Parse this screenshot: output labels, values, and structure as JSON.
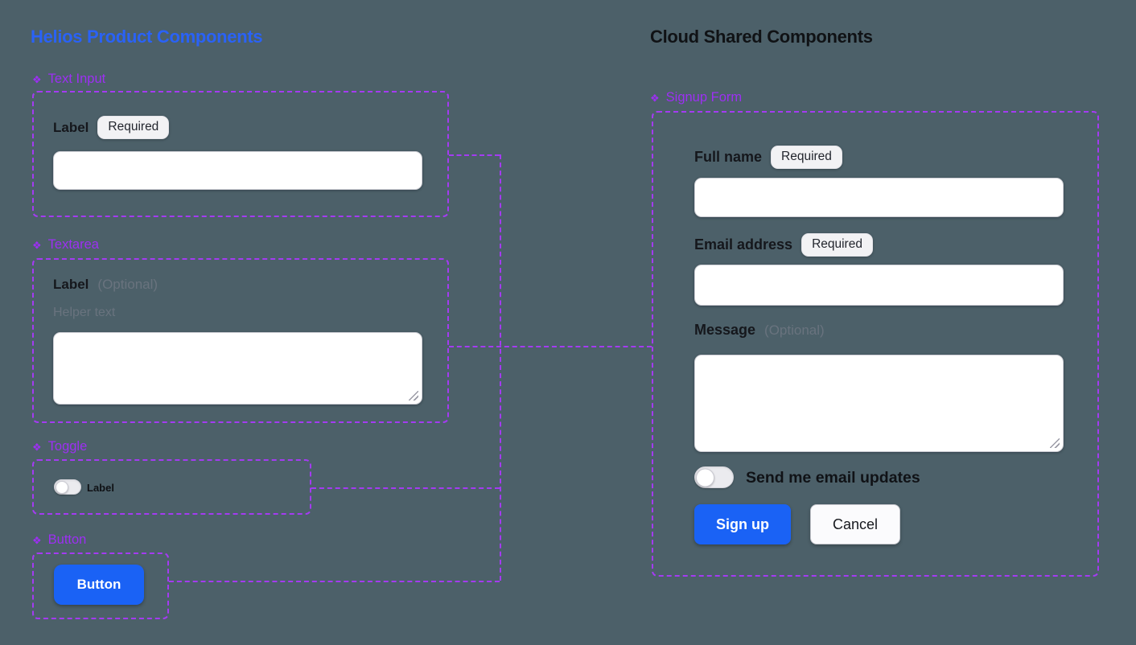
{
  "icons": {
    "component": "❖"
  },
  "colors": {
    "background": "#4C6069",
    "component_outline_purple": "#A43BF2",
    "component_label_purple": "#9D2FF3",
    "helios_title_blue": "#2A62F6",
    "primary_button_blue": "#1A62F5",
    "heading_black": "#101215",
    "badge_background": "#F2F2F4",
    "field_border": "#CFD0D6",
    "muted_gray_text": "#69737E"
  },
  "left": {
    "title": "Helios Product Components",
    "text_input": {
      "name": "Text Input",
      "field_label": "Label",
      "badge": "Required"
    },
    "textarea": {
      "name": "Textarea",
      "field_label": "Label",
      "optional_hint": "(Optional)",
      "helper_text": "Helper text"
    },
    "toggle": {
      "name": "Toggle",
      "toggle_label": "Label"
    },
    "button": {
      "name": "Button",
      "button_label": "Button"
    }
  },
  "right": {
    "title": "Cloud Shared Components",
    "signup_form": {
      "name": "Signup Form",
      "full_name": {
        "label": "Full name",
        "badge": "Required"
      },
      "email": {
        "label": "Email address",
        "badge": "Required"
      },
      "message": {
        "label": "Message",
        "optional_hint": "(Optional)"
      },
      "updates_toggle_label": "Send me email updates",
      "signup_label": "Sign up",
      "cancel_label": "Cancel"
    }
  }
}
